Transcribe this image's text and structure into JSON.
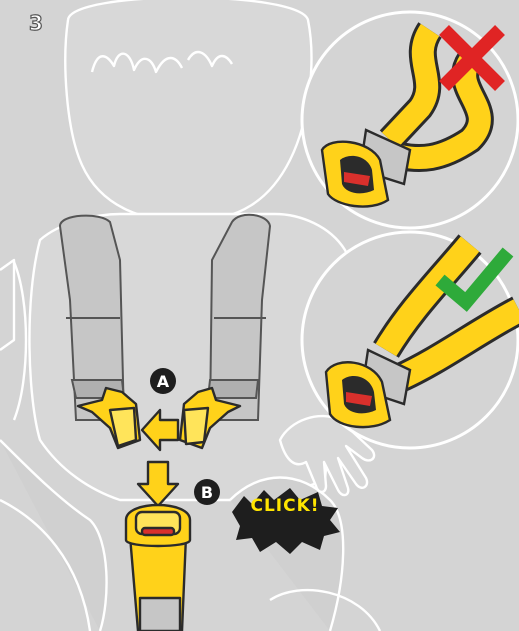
{
  "step_number": "3",
  "labels": {
    "a": "A",
    "b": "B"
  },
  "click_text": "CLICK!",
  "status": {
    "incorrect_icon": "cross-icon",
    "correct_icon": "check-icon"
  },
  "colors": {
    "background": "#d4d4d4",
    "outline": "#ffffff",
    "strap_yellow": "#ffd21a",
    "strap_dark": "#2b2b2b",
    "pad_grey": "#c6c6c6",
    "buckle_red": "#d9302c",
    "cross_red": "#e02424",
    "check_green": "#2eaa3a"
  }
}
